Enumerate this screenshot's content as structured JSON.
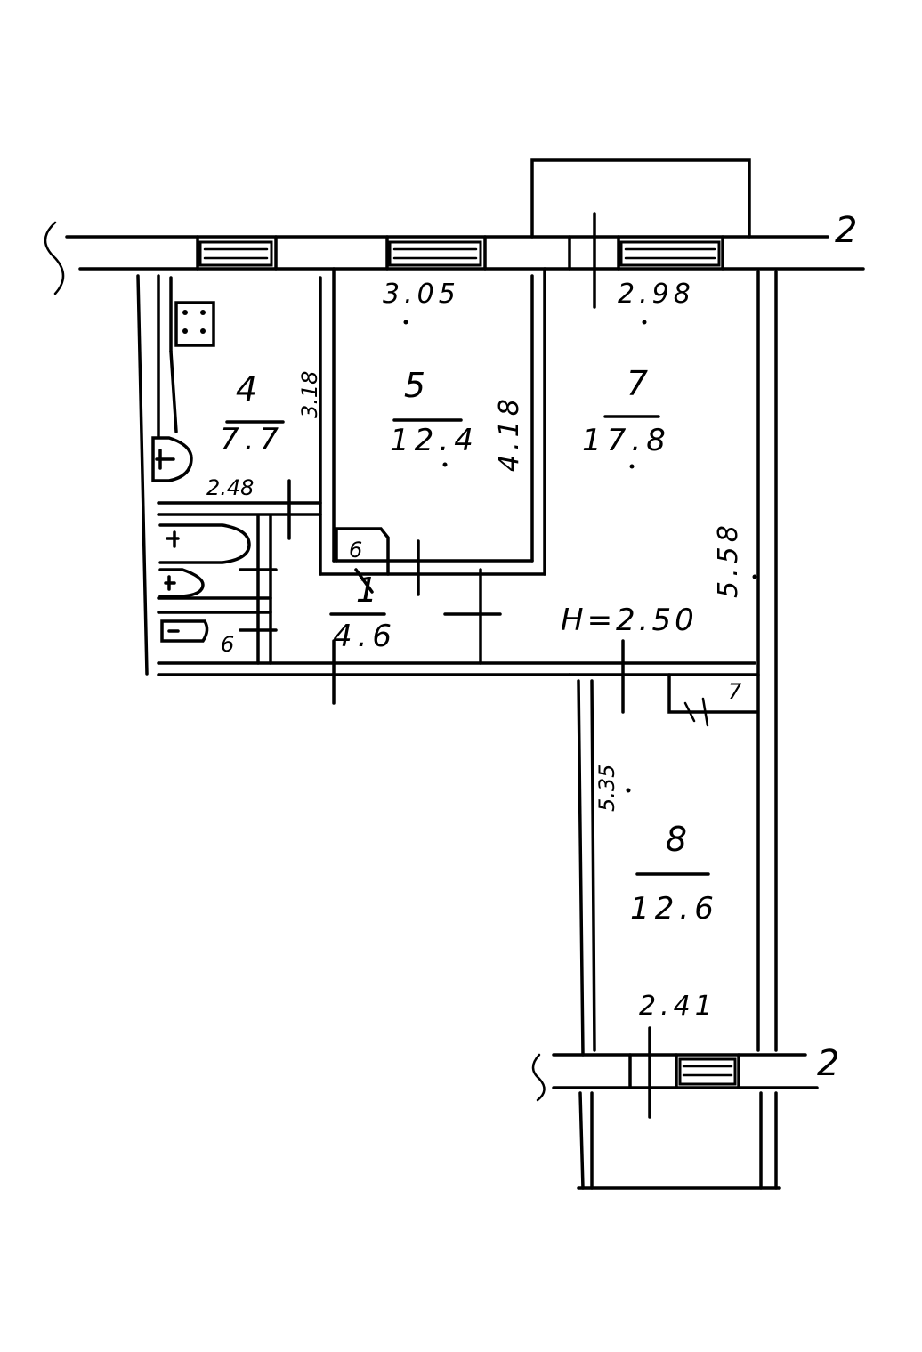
{
  "plan": {
    "ceiling_height": "H=2.50",
    "axis_mark": "2",
    "rooms": [
      {
        "id": "1",
        "area": "4.6"
      },
      {
        "id": "4",
        "area": "7.7"
      },
      {
        "id": "5",
        "area": "12.4"
      },
      {
        "id": "7",
        "area": "17.8"
      },
      {
        "id": "8",
        "area": "12.6"
      }
    ],
    "dimensions": {
      "room5_width": "3.05",
      "room5_depth": "4.18",
      "room7_width": "2.98",
      "room7_depth": "5.58",
      "room4_width": "2.48",
      "room4_depth": "3.18",
      "room8_width": "2.41",
      "room8_depth": "5.35"
    },
    "closet_marks": {
      "closet_near_room5": "6",
      "closet_bath": "6",
      "closet_near_room8": "7"
    }
  }
}
